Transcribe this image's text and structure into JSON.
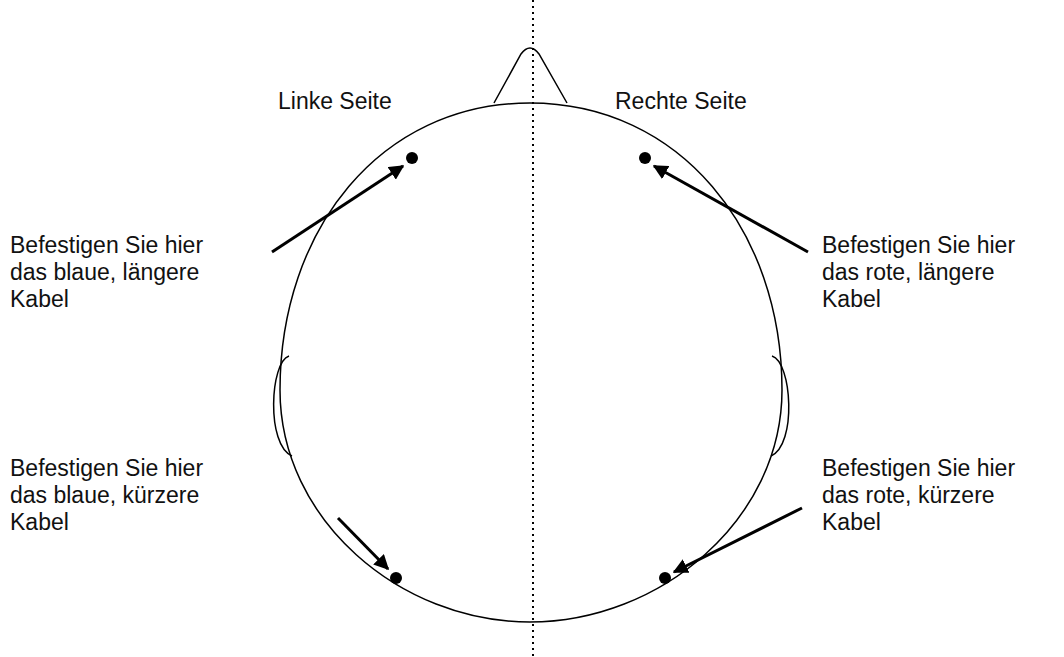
{
  "diagram": {
    "labels": [
      "Linke Seite",
      "Rechte Seite",
      "Befestigen Sie hier das blaue, längere Kabel",
      "Befestigen Sie hier das rote, längere Kabel",
      "Befestigen Sie hier das blaue, kürzere Kabel",
      "Befestigen Sie hier das rote, kürzere Kabel"
    ]
  }
}
